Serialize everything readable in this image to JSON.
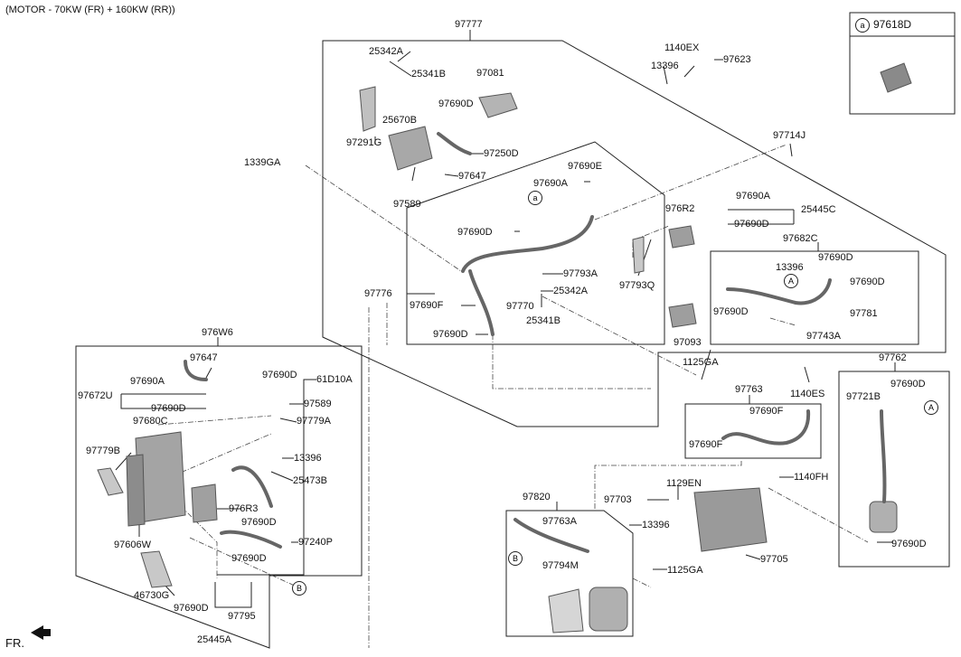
{
  "header": "(MOTOR - 70KW (FR) + 160KW (RR))",
  "fr_label": "FR.",
  "inset": {
    "callout": "a",
    "part": "97618D"
  },
  "callouts": {
    "a": "a",
    "A": "A",
    "B": "B"
  },
  "labels": [
    "97777",
    "25342A",
    "25341B",
    "97081",
    "97690D",
    "25670B",
    "97291G",
    "97250D",
    "97647",
    "97589",
    "1339GA",
    "1140EX",
    "97623",
    "13396",
    "97714J",
    "97690E",
    "97690A",
    "97690D",
    "97793A",
    "25342A",
    "97770",
    "25341B",
    "97776",
    "97690F",
    "97690D",
    "976R2",
    "97690A",
    "25445C",
    "97690D",
    "97793Q",
    "97682C",
    "13396",
    "97690D",
    "97690D",
    "97690D",
    "97781",
    "97743A",
    "97093",
    "1125GA",
    "1140ES",
    "976W6",
    "97647",
    "97690A",
    "97690D",
    "61D10A",
    "97672U",
    "97690D",
    "97589",
    "97680C",
    "97779A",
    "97779B",
    "13396",
    "25473B",
    "976R3",
    "97690D",
    "97240P",
    "97606W",
    "97690D",
    "46730G",
    "97690D",
    "97795",
    "25445A",
    "97762",
    "97721B",
    "97690D",
    "97690D",
    "97763",
    "97690F",
    "97690F",
    "1129EN",
    "1140FH",
    "97703",
    "97820",
    "97763A",
    "13396",
    "97794M",
    "1125GA",
    "97705"
  ],
  "colors": {
    "line": "#222222",
    "part": "#9a9a9a",
    "part_dark": "#5a5a5a"
  }
}
